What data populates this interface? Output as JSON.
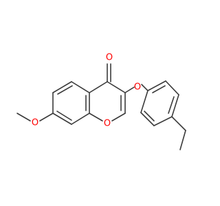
{
  "molecule": {
    "atoms": {
      "carbonyl_oxygen": "O",
      "ether_oxygen": "O",
      "methoxy_oxygen": "O",
      "ring_oxygen": "O"
    },
    "colors": {
      "bond": "#3a3a3a",
      "oxygen": "#ff0000",
      "background": "#ffffff"
    }
  }
}
